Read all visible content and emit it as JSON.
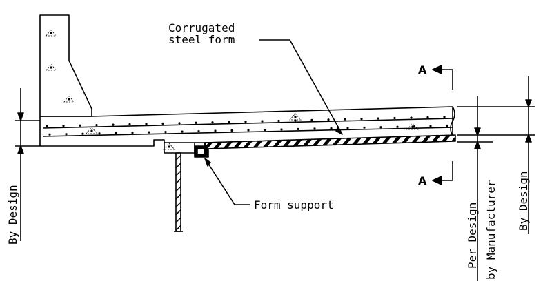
{
  "labels": {
    "corrugated_line1": "Corrugated",
    "corrugated_line2": "steel form",
    "form_support": "Form support",
    "section_marker": "A",
    "by_design_left": "By Design",
    "per_design_line1": "Per Design",
    "per_design_line2": "by Manufacturer",
    "by_design_right": "By Design"
  },
  "colors": {
    "line": "#000000",
    "background": "#ffffff"
  }
}
